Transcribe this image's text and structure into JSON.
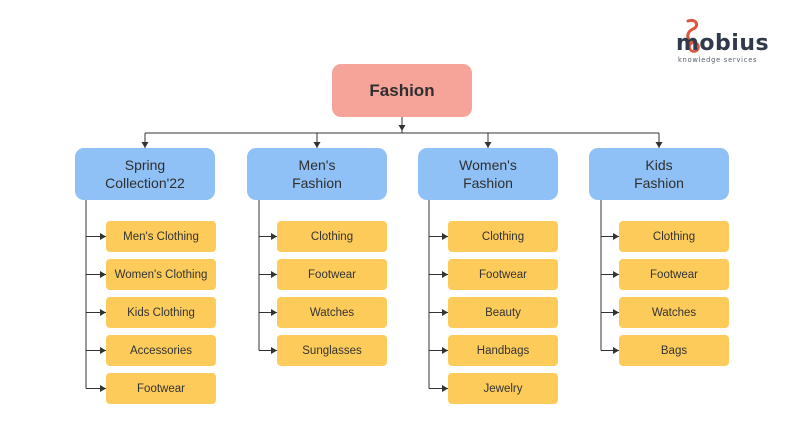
{
  "root": {
    "label": "Fashion"
  },
  "categories": [
    {
      "label": "Spring\nCollection'22",
      "items": [
        "Men's Clothing",
        "Women's Clothing",
        "Kids Clothing",
        "Accessories",
        "Footwear"
      ]
    },
    {
      "label": "Men's\nFashion",
      "items": [
        "Clothing",
        "Footwear",
        "Watches",
        "Sunglasses"
      ]
    },
    {
      "label": "Women's\nFashion",
      "items": [
        "Clothing",
        "Footwear",
        "Beauty",
        "Handbags",
        "Jewelry"
      ]
    },
    {
      "label": "Kids\nFashion",
      "items": [
        "Clothing",
        "Footwear",
        "Watches",
        "Bags"
      ]
    }
  ],
  "logo": {
    "wordmark": "mobius",
    "tagline": "knowledge services"
  },
  "colors": {
    "root": "#f6a49a",
    "category": "#8fc1f6",
    "leaf": "#fdcb5a",
    "connector": "#333333",
    "logo_accent": "#e2533f"
  }
}
